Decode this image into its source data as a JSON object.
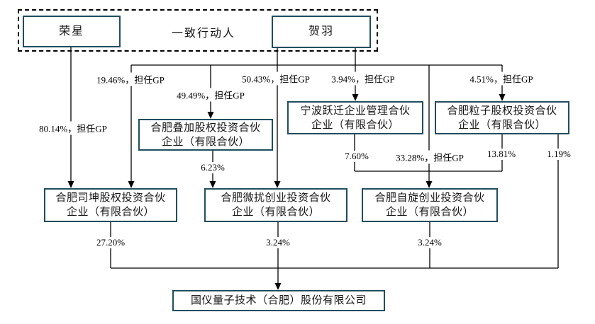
{
  "diagram": {
    "group": {
      "label": "一致行动人"
    },
    "actors": {
      "rongxing": "荣星",
      "heyu": "贺羽"
    },
    "entities": {
      "diejia": {
        "lines": [
          "合肥叠加股权投资合伙",
          "企业（有限合伙）"
        ]
      },
      "ningbo": {
        "lines": [
          "宁波跃迁企业管理合伙",
          "企业（有限合伙）"
        ]
      },
      "lizi": {
        "lines": [
          "合肥粒子股权投资合伙",
          "企业（有限合伙）"
        ]
      },
      "sikun": {
        "lines": [
          "合肥司坤股权投资合伙",
          "企业（有限合伙）"
        ]
      },
      "weirao": {
        "lines": [
          "合肥微扰创业投资合伙",
          "企业（有限合伙）"
        ]
      },
      "zixuan": {
        "lines": [
          "合肥自旋创业投资合伙",
          "企业（有限合伙）"
        ]
      },
      "guoyi": {
        "lines": [
          "国仪量子技术（合肥）股份有限公司"
        ]
      }
    },
    "edge_labels": {
      "rongxing_to_sikun": "80.14%，担任GP",
      "rail_to_sikun": "19.46%，担任GP",
      "rail_to_diejia": "49.49%，担任GP",
      "heyu_to_weirao": "50.43%，担任GP",
      "heyu_to_ningbo": "3.94%，担任GP",
      "rail_to_lizi": "4.51%，担任GP",
      "diejia_to_weirao": "6.23%",
      "ningbo_to_zixuan": "7.60%",
      "heyu_to_zixuan": "33.28%，担任GP",
      "lizi_to_zixuan": "13.81%",
      "lizi_to_guoyi": "1.19%",
      "sikun_to_guoyi": "27.20%",
      "weirao_to_guoyi": "3.24%",
      "zixuan_to_guoyi": "3.24%"
    },
    "colors": {
      "box_border": "#1f4e5f",
      "line": "#000000",
      "background": "#ffffff"
    }
  }
}
